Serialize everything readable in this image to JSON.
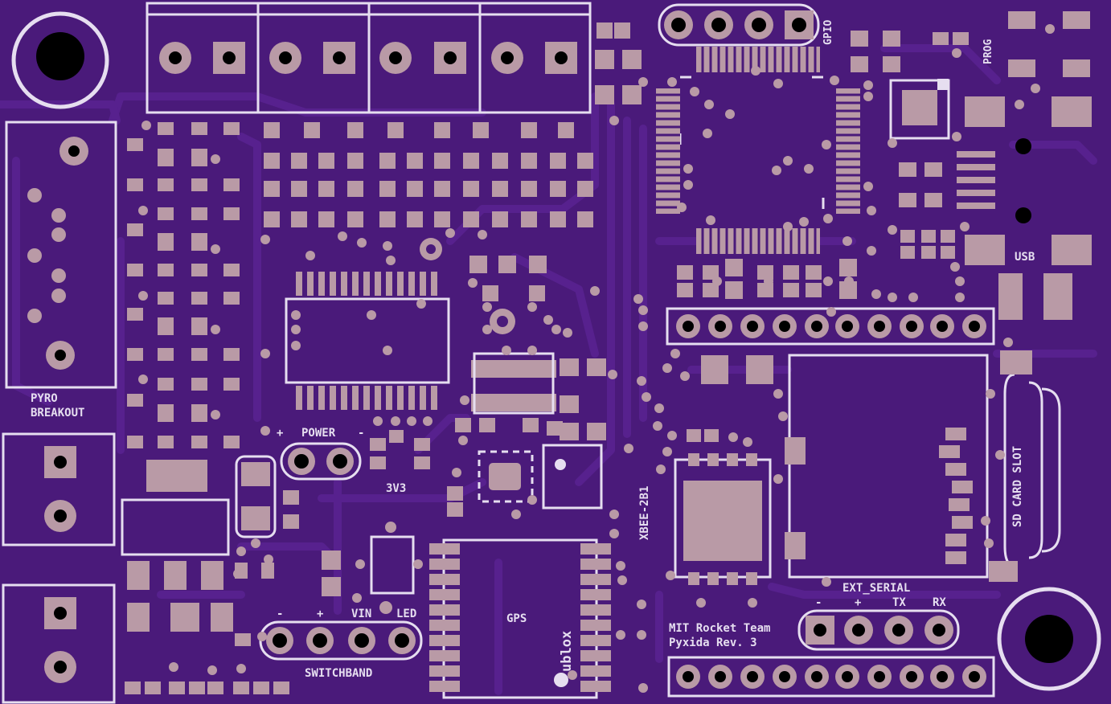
{
  "colors": {
    "board": "#4a1a7a",
    "trace": "#57218e",
    "silk": "#e6def0",
    "pad": "#b99aa6",
    "drill": "#000000"
  },
  "labels": {
    "pyro_line1": "PYRO",
    "pyro_line2": "BREAKOUT",
    "power": "POWER",
    "power_plus": "+",
    "power_minus": "-",
    "v3v3": "3V3",
    "switchband": "SWITCHBAND",
    "sw_minus": "-",
    "sw_plus": "+",
    "sw_vin": "VIN",
    "sw_led": "LED",
    "gps": "GPS",
    "ublox": "ublox",
    "xbee": "XBEE-2B1",
    "gpio": "GPIO",
    "prog": "PROG",
    "usb": "USB",
    "sd_card": "SD CARD SLOT",
    "ext_serial": "EXT_SERIAL",
    "es_minus": "-",
    "es_plus": "+",
    "es_tx": "TX",
    "es_rx": "RX",
    "credit_line1": "MIT Rocket Team",
    "credit_line2": "Pyxida Rev. 3"
  }
}
